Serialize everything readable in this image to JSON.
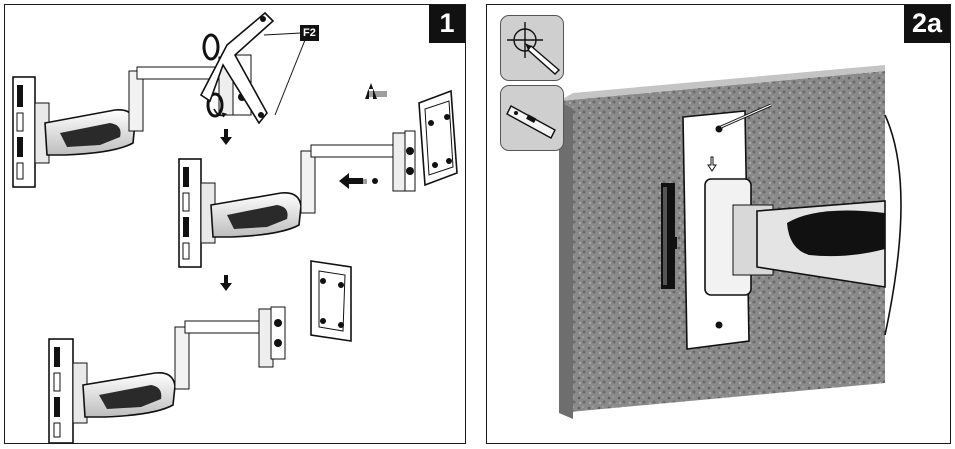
{
  "panels": [
    {
      "step": "1",
      "callout": "F2"
    },
    {
      "step": "2a"
    }
  ],
  "tools": [
    "pencil-marking-icon",
    "spirit-level-icon"
  ]
}
